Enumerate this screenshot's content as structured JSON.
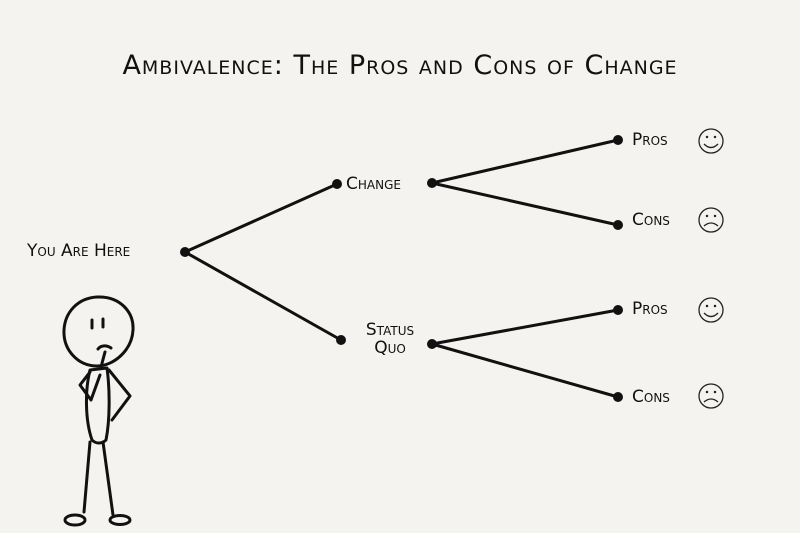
{
  "title": "Ambivalence: The Pros and Cons of Change",
  "colors": {
    "background": "#f4f3ef",
    "ink": "#111111"
  },
  "nodes": {
    "start": {
      "label": "You Are Here"
    },
    "change": {
      "label": "Change"
    },
    "status_quo": {
      "label_line1": "Status",
      "label_line2": "Quo"
    },
    "change_pros": {
      "label": "Pros",
      "icon": "smiley-face-icon"
    },
    "change_cons": {
      "label": "Cons",
      "icon": "frowny-face-icon"
    },
    "status_quo_pros": {
      "label": "Pros",
      "icon": "smiley-face-icon"
    },
    "status_quo_cons": {
      "label": "Cons",
      "icon": "frowny-face-icon"
    }
  },
  "figure": {
    "icon": "thinking-stick-figure"
  }
}
